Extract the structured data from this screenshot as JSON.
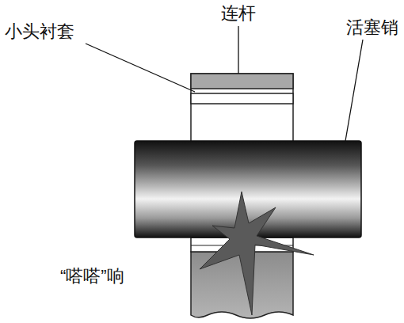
{
  "diagram": {
    "labels": [
      "连杆",
      "小头衬套",
      "活塞销",
      "“嗒嗒”响"
    ]
  }
}
